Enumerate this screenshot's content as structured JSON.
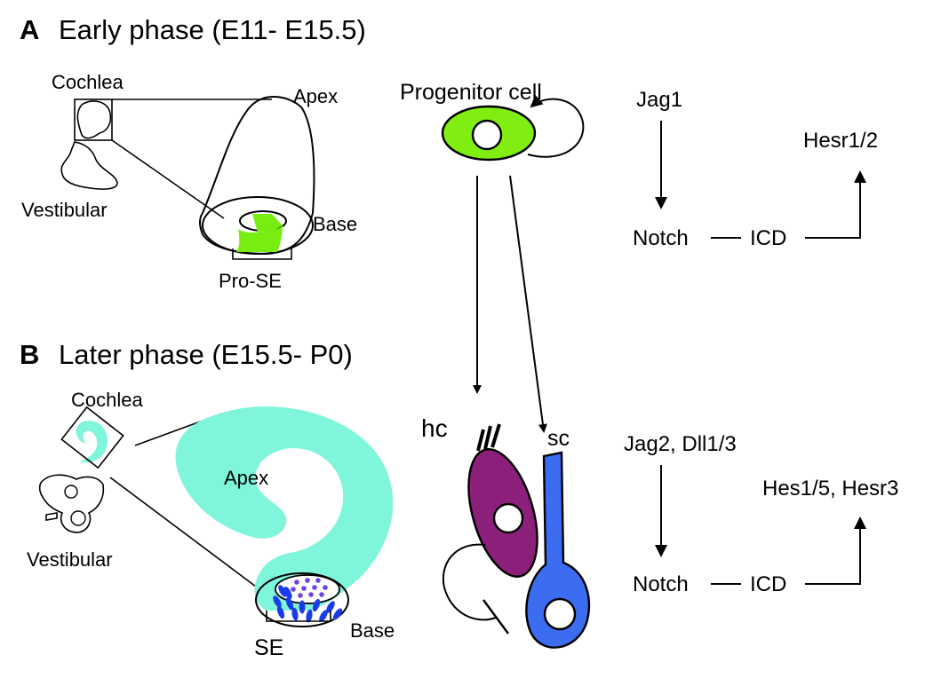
{
  "colors": {
    "tissue": "#7ff5dc",
    "prosensory": "#77ee10",
    "progenitor": "#80ee10",
    "hair_cell": "#8c1f79",
    "supporting_cell": "#3c6cf0",
    "hc_dots": "#7040e0",
    "sc_dots": "#1a3ce8"
  },
  "panel_a": {
    "letter": "A",
    "title": "Early phase (E11- E15.5)",
    "cochlea": "Cochlea",
    "vestibular": "Vestibular",
    "apex": "Apex",
    "base": "Base",
    "pro_se": "Pro-SE"
  },
  "panel_b": {
    "letter": "B",
    "title": "Later phase (E15.5- P0)",
    "cochlea": "Cochlea",
    "vestibular": "Vestibular",
    "apex": "Apex",
    "base": "Base",
    "se": "SE"
  },
  "cells": {
    "progenitor": "Progenitor cell",
    "hair_cell": "hc",
    "supporting_cell": "sc"
  },
  "signaling_early": {
    "ligand": "Jag1",
    "receptor": "Notch",
    "icd": "ICD",
    "target": "Hesr1/2"
  },
  "signaling_late": {
    "ligand": "Jag2, Dll1/3",
    "receptor": "Notch",
    "icd": "ICD",
    "target": "Hes1/5, Hesr3"
  }
}
